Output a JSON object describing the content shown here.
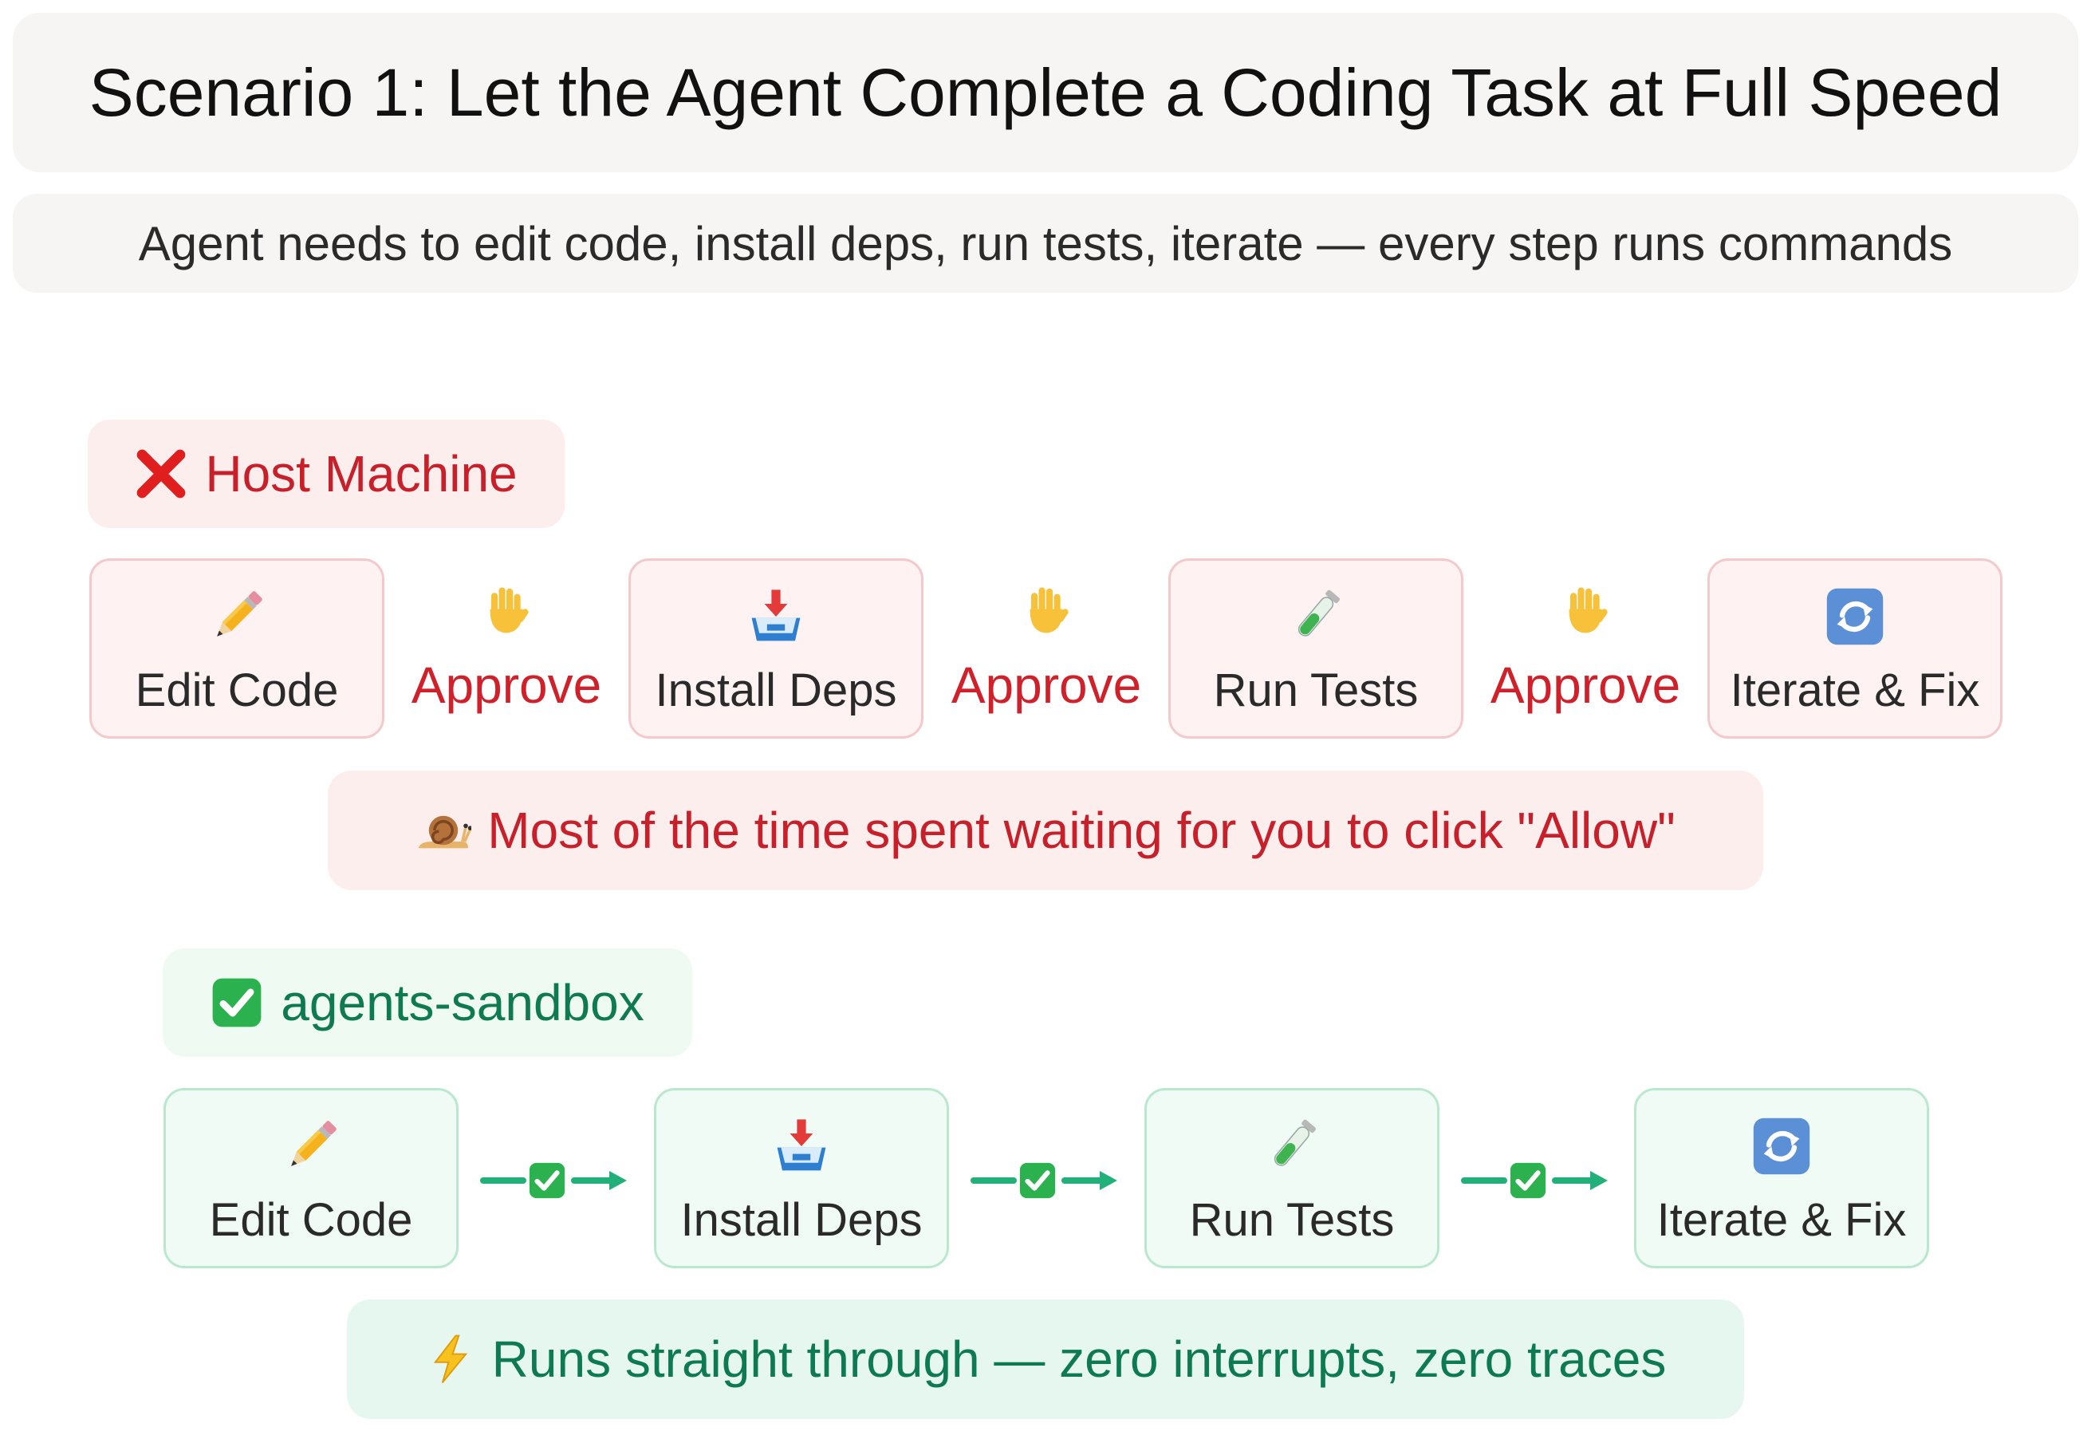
{
  "header": {
    "title": "Scenario 1: Let the Agent Complete a Coding Task at Full Speed",
    "subtitle": "Agent needs to edit code, install deps, run tests, iterate — every step runs commands"
  },
  "host": {
    "label": "Host Machine",
    "label_icon": "cross-mark-icon",
    "steps": [
      {
        "label": "Edit Code",
        "icon": "pencil-icon"
      },
      {
        "label": "Install Deps",
        "icon": "inbox-tray-icon"
      },
      {
        "label": "Run Tests",
        "icon": "test-tube-icon"
      },
      {
        "label": "Iterate & Fix",
        "icon": "refresh-icon"
      }
    ],
    "approve_label": "Approve",
    "approve_icon": "raised-hand-icon",
    "callout": "Most of the time spent waiting for you to click \"Allow\"",
    "callout_icon": "snail-icon"
  },
  "sandbox": {
    "label": "agents-sandbox",
    "label_icon": "check-mark-icon",
    "steps": [
      {
        "label": "Edit Code",
        "icon": "pencil-icon"
      },
      {
        "label": "Install Deps",
        "icon": "inbox-tray-icon"
      },
      {
        "label": "Run Tests",
        "icon": "test-tube-icon"
      },
      {
        "label": "Iterate & Fix",
        "icon": "refresh-icon"
      }
    ],
    "connector_icon": "check-mark-icon",
    "callout": "Runs straight through — zero interrupts, zero traces",
    "callout_icon": "lightning-icon"
  },
  "colors": {
    "danger": "#d0202a",
    "success": "#0d7a52",
    "connector": "#22b07a",
    "check_box": "#2bb14d"
  }
}
